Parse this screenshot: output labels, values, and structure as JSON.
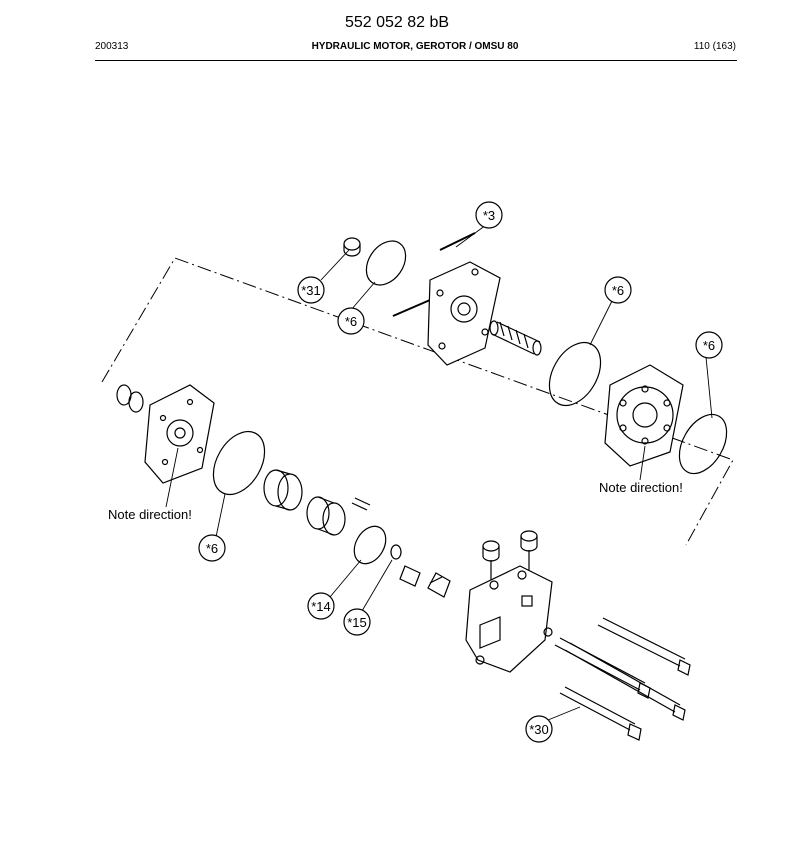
{
  "header": {
    "doc_number": "552 052 82 bB",
    "date_code": "200313",
    "title": "HYDRAULIC MOTOR, GEROTOR / OMSU 80",
    "page": "110 (163)"
  },
  "callouts": [
    {
      "id": "c3",
      "label": "*3"
    },
    {
      "id": "c31",
      "label": "*31"
    },
    {
      "id": "c6a",
      "label": "*6"
    },
    {
      "id": "c6b",
      "label": "*6"
    },
    {
      "id": "c6c",
      "label": "*6"
    },
    {
      "id": "c6d",
      "label": "*6"
    },
    {
      "id": "c14",
      "label": "*14"
    },
    {
      "id": "c15",
      "label": "*15"
    },
    {
      "id": "c30",
      "label": "*30"
    }
  ],
  "notes": [
    "Note direction!",
    "Note direction!"
  ]
}
